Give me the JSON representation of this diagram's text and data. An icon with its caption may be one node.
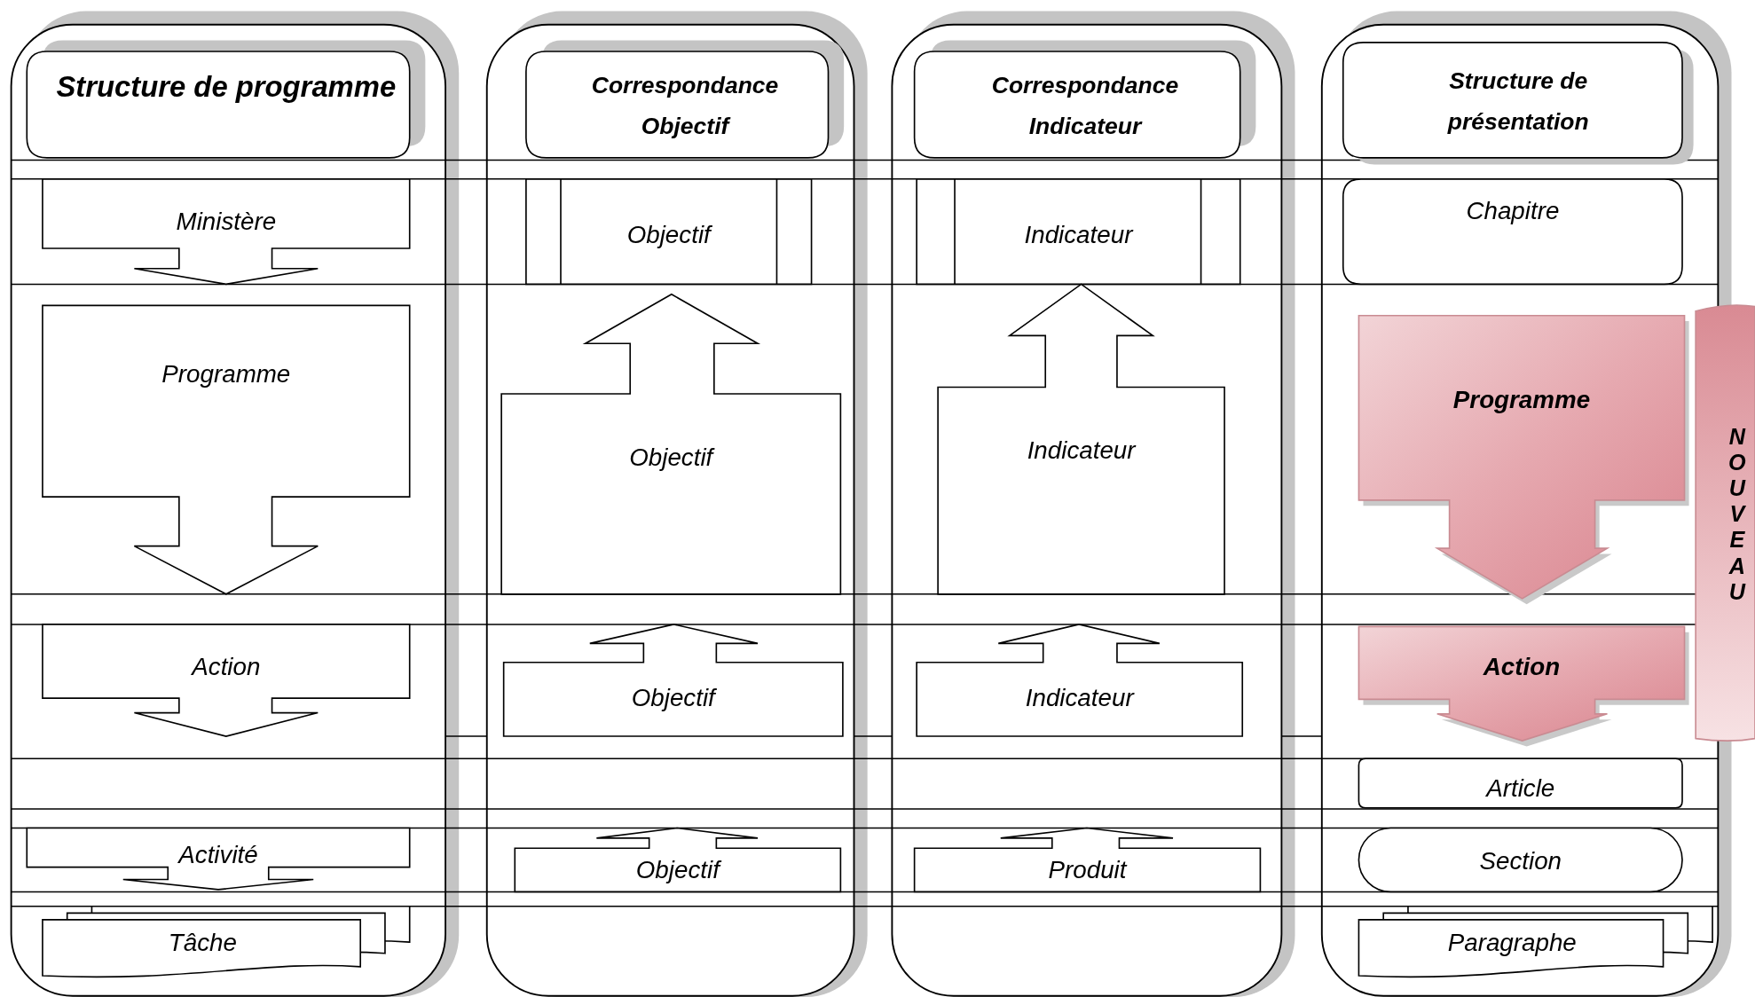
{
  "diagram": {
    "nodes": [
      {
        "text": [
          "Structure de programme"
        ]
      },
      {
        "text": [
          "Ministère"
        ]
      },
      {
        "text": [
          "Programme"
        ]
      },
      {
        "text": [
          "Action"
        ]
      },
      {
        "text": [
          "Activité"
        ]
      },
      {
        "text": [
          "Tâche"
        ]
      },
      {
        "text": [
          "Correspondance Objectif"
        ]
      },
      {
        "text": [
          "Objectif"
        ]
      },
      {
        "text": [
          "Objectif"
        ]
      },
      {
        "text": [
          "Objectif"
        ]
      },
      {
        "text": [
          "Objectif"
        ]
      },
      {
        "text": [
          "Correspondance Indicateur"
        ]
      },
      {
        "text": [
          "Indicateur"
        ]
      },
      {
        "text": [
          "Indicateur"
        ]
      },
      {
        "text": [
          "Indicateur"
        ]
      },
      {
        "text": [
          "Produit"
        ]
      },
      {
        "text": [
          "Structure de présentation"
        ]
      },
      {
        "text": [
          "Chapitre"
        ]
      },
      {
        "text": [
          "Programme"
        ]
      },
      {
        "text": [
          "Action"
        ]
      },
      {
        "text": [
          "Article"
        ]
      },
      {
        "text": [
          "Section"
        ]
      },
      {
        "text": [
          "Paragraphe"
        ]
      },
      {
        "text": [
          "NOUVEAU"
        ]
      }
    ]
  }
}
